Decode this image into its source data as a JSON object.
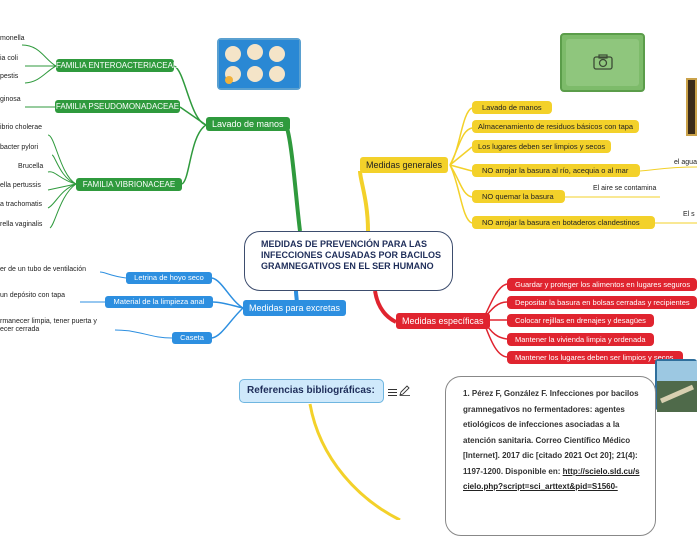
{
  "central": "MEDIDAS DE PREVENCIÓN PARA LAS INFECCIONES CAUSADAS POR BACILOS GRAMNEGATIVOS EN EL SER HUMANO",
  "lavado": {
    "label": "Lavado de manos",
    "families": [
      "FAMILIA ENTEROACTERIACEAE",
      "FAMILIA PSEUDOMONADACEAE",
      "FAMILIA VIBRIONACEAE"
    ],
    "entero_leaves": [
      "monella",
      "ia coli",
      "pestis"
    ],
    "pseudo_leaves": [
      "ginosa"
    ],
    "vibrio_leaves": [
      "ibrio cholerae",
      "bacter pylori",
      "Brucella",
      "ella pertussis",
      "a trachomatis",
      "rella vaginalis"
    ]
  },
  "excretas": {
    "label": "Medidas para excretas",
    "items": [
      "Letrina de hoyo seco",
      "Material de la limpieza anal",
      "Caseta"
    ],
    "leaves": [
      "er de un tubo de ventilación",
      "un depósito con tapa",
      "rmanecer limpia, tener puerta y",
      "ecer cerrada"
    ]
  },
  "generales": {
    "label": "Medidas generales",
    "items": [
      "Lavado de manos",
      "Almacenamiento de residuos básicos con tapa",
      "Los lugares deben ser limpios y secos",
      "NO arrojar la basura al río, acequia o al mar",
      "NO quemar la basura",
      "NO arrojar la basura en botaderos clandestinos"
    ],
    "notes": [
      "el agua",
      "El aire se contamina",
      "El s"
    ]
  },
  "especificas": {
    "label": "Medidas específicas",
    "items": [
      "Guardar y proteger los alimentos en lugares seguros",
      "Depositar la basura en bolsas cerradas y recipientes",
      "Colocar rejillas en drenajes y desagües",
      "Mantener la vivienda limpia y ordenada",
      "Mantener los lugares deben ser limpios y secos"
    ]
  },
  "referencias": {
    "title": "Referencias bibliográficas:",
    "text": "1. Pérez F, González F. Infecciones por bacilos gramnegativos no fermentadores: agentes etiológicos de infecciones asociadas a la atención sanitaria. Correo Científico Médico [Internet]. 2017 dic [citado 2021 Oct 20]; 21(4): 1197-1200. Disponible en:",
    "link": "http://scielo.sld.cu/scielo.php?script=sci_arttext&pid=S1560-"
  },
  "colors": {
    "green": "#2f9a3d",
    "yellow": "#f3d12a",
    "red": "#e0242f",
    "blue": "#2d8fe0"
  },
  "icons": [
    "hand-washing-image",
    "camera-icon",
    "photo-thumbnail",
    "notes-icon",
    "edit-icon"
  ]
}
